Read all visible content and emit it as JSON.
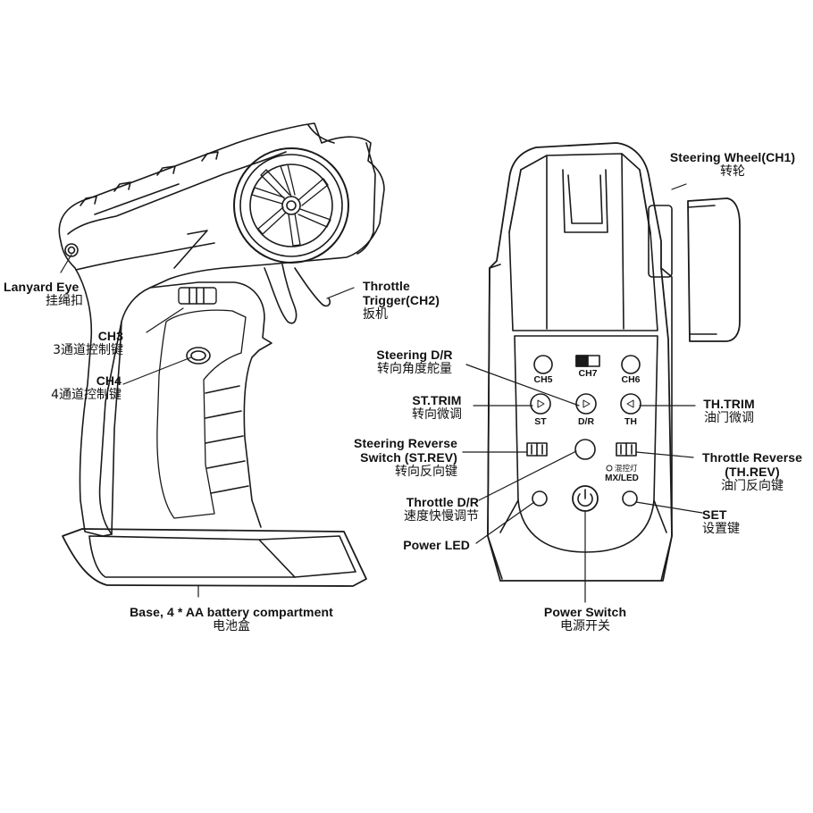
{
  "labels": {
    "lanyard": {
      "en": "Lanyard Eye",
      "zh": "挂绳扣"
    },
    "throttle_trigger": {
      "en1": "Throttle",
      "en2": "Trigger(CH2)",
      "zh": "扳机"
    },
    "ch3": {
      "en": "CH3",
      "zh": "3通道控制键"
    },
    "ch4": {
      "en": "CH4",
      "zh": "4通道控制键"
    },
    "base": {
      "en": "Base, 4 * AA battery compartment",
      "zh": "电池盒"
    },
    "steering_wheel": {
      "en": "Steering Wheel(CH1)",
      "zh": "转轮"
    },
    "steering_dr": {
      "en": "Steering D/R",
      "zh": "转向角度舵量"
    },
    "st_trim": {
      "en": "ST.TRIM",
      "zh": "转向微调"
    },
    "th_trim": {
      "en": "TH.TRIM",
      "zh": "油门微调"
    },
    "steering_reverse": {
      "en1": "Steering Reverse",
      "en2": "Switch (ST.REV)",
      "zh": "转向反向键"
    },
    "throttle_reverse": {
      "en1": "Throttle Reverse",
      "en2": "(TH.REV)",
      "zh": "油门反向键"
    },
    "throttle_dr": {
      "en": "Throttle D/R",
      "zh": "速度快慢调节"
    },
    "set": {
      "en": "SET",
      "zh": "设置键"
    },
    "power_led": {
      "en": "Power LED"
    },
    "power_switch": {
      "en": "Power Switch",
      "zh": "电源开关"
    }
  },
  "panel": {
    "ch5": "CH5",
    "ch7": "CH7",
    "ch6": "CH6",
    "st": "ST",
    "dr": "D/R",
    "th": "TH",
    "mix_zh": "混控灯",
    "mix_en": "MX/LED"
  },
  "colors": {
    "line": "#1a1a1a",
    "background": "#ffffff"
  }
}
